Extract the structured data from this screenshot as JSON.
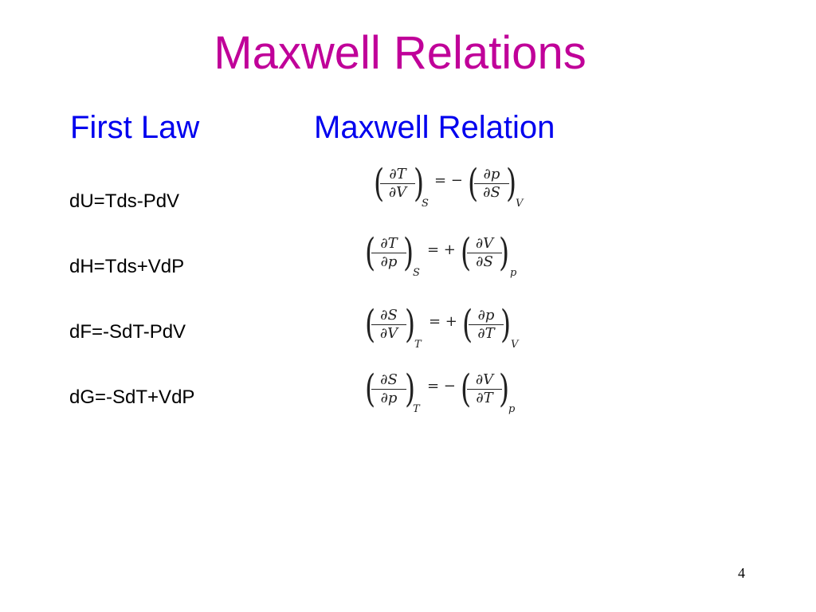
{
  "slide": {
    "title": "Maxwell Relations",
    "title_color": "#c00099",
    "header_color": "#0000ee",
    "headers": {
      "first_law": "First Law",
      "maxwell_relation": "Maxwell Relation"
    },
    "rows": [
      {
        "first_law": "dU=Tds-PdV",
        "relation": {
          "left_num": "∂T",
          "left_den": "∂V",
          "left_sub": "S",
          "operator": "= −",
          "right_num": "∂p",
          "right_den": "∂S",
          "right_sub": "V"
        }
      },
      {
        "first_law": "dH=Tds+VdP",
        "relation": {
          "left_num": "∂T",
          "left_den": "∂p",
          "left_sub": "S",
          "operator": "= +",
          "right_num": "∂V",
          "right_den": "∂S",
          "right_sub": "p"
        }
      },
      {
        "first_law": "dF=-SdT-PdV",
        "relation": {
          "left_num": "∂S",
          "left_den": "∂V",
          "left_sub": "T",
          "operator": "= +",
          "right_num": "∂p",
          "right_den": "∂T",
          "right_sub": "V"
        }
      },
      {
        "first_law": "dG=-SdT+VdP",
        "relation": {
          "left_num": "∂S",
          "left_den": "∂p",
          "left_sub": "T",
          "operator": "= −",
          "right_num": "∂V",
          "right_den": "∂T",
          "right_sub": "p"
        }
      }
    ],
    "page_number": "4"
  }
}
